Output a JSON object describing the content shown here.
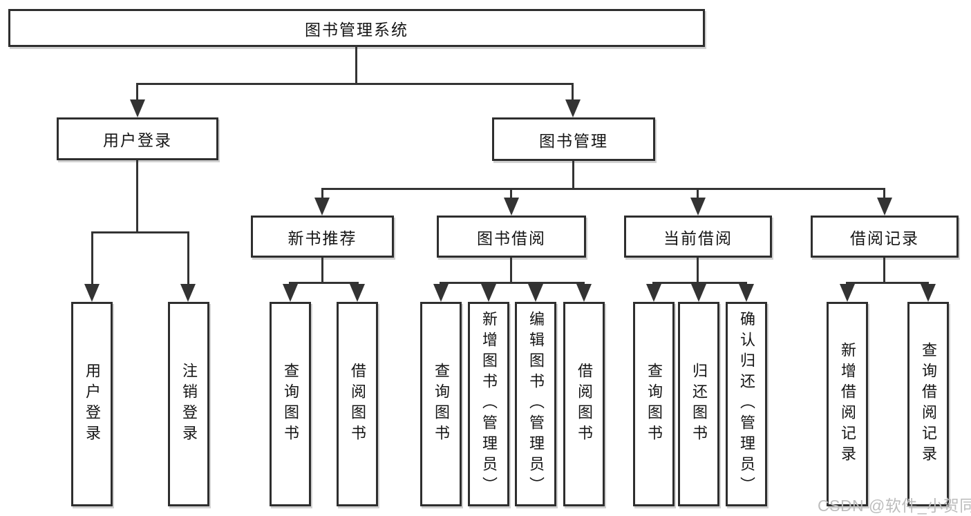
{
  "tree": {
    "root": "图书管理系统",
    "branches": [
      {
        "label": "用户登录",
        "children": [
          "用户登录",
          "注销登录"
        ]
      },
      {
        "label": "图书管理",
        "sections": [
          {
            "label": "新书推荐",
            "children": [
              "查询图书",
              "借阅图书"
            ]
          },
          {
            "label": "图书借阅",
            "children": [
              "查询图书",
              "新增图书（管理员）",
              "编辑图书（管理员）",
              "借阅图书"
            ]
          },
          {
            "label": "当前借阅",
            "children": [
              "查询图书",
              "归还图书",
              "确认归还（管理员）"
            ]
          },
          {
            "label": "借阅记录",
            "children": [
              "新增借阅记录",
              "查询借阅记录"
            ]
          }
        ]
      }
    ]
  },
  "watermark": {
    "text": "CSDN @软件_小贺同学"
  },
  "colors": {
    "line": "#333333",
    "box_border": "#2e2e2e",
    "text": "#151515",
    "watermark": "#bdbdbd",
    "background": "#ffffff"
  }
}
